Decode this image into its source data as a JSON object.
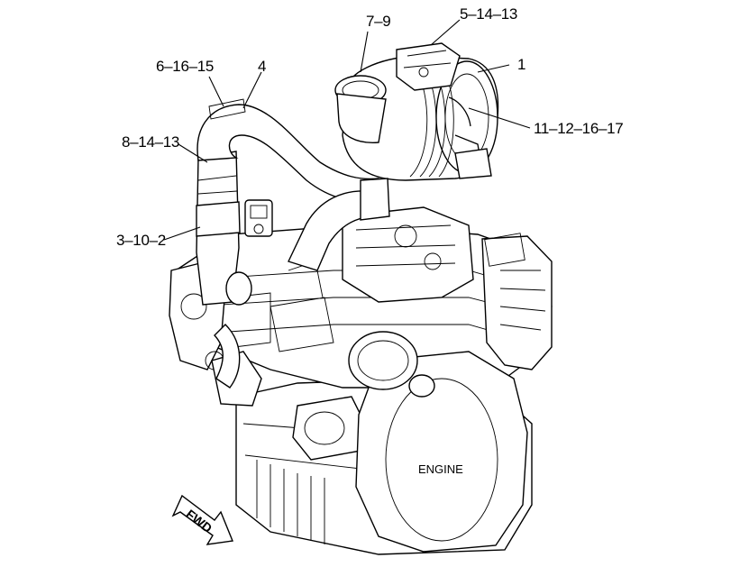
{
  "callouts": {
    "c7_9": "7–9",
    "c5_14_13": "5–14–13",
    "c1": "1",
    "c6_16_15": "6–16–15",
    "c4": "4",
    "c11_12_16_17": "11–12–16–17",
    "c8_14_13": "8–14–13",
    "c3_10_2": "3–10–2"
  },
  "labels": {
    "engine": "ENGINE",
    "fwd": "FWD"
  }
}
